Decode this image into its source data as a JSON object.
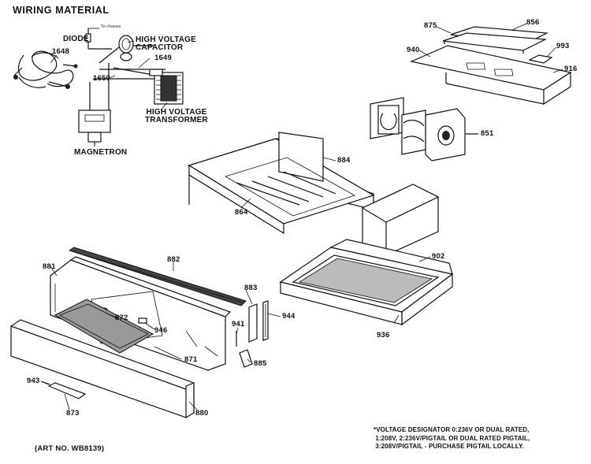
{
  "title": "WIRING MATERIAL",
  "art_no": "(ART NO. WB8139)",
  "wiring_labels": {
    "diode": "DIODE",
    "to_chassis": "To chassis",
    "capacitor": "HIGH VOLTAGE\nCAPACITOR",
    "transformer": "HIGH VOLTAGE\nTRANSFORMER",
    "magnetron": "MAGNETRON",
    "p1648": "1648",
    "p1649": "1649",
    "p1650": "1650"
  },
  "parts": [
    "875",
    "856",
    "993",
    "940",
    "916",
    "851",
    "884",
    "864",
    "902",
    "882",
    "881",
    "883",
    "944",
    "872",
    "946",
    "941",
    "871",
    "885",
    "936",
    "943",
    "873",
    "880"
  ],
  "footnote": "*VOLTAGE DESIGNATOR 0:236V OR DUAL RATED,\n 1:208V, 2:236V/PIGTAIL OR DUAL RATED PIGTAIL,\n 3:208V/PIGTAIL - PURCHASE PIGTAIL LOCALLY."
}
